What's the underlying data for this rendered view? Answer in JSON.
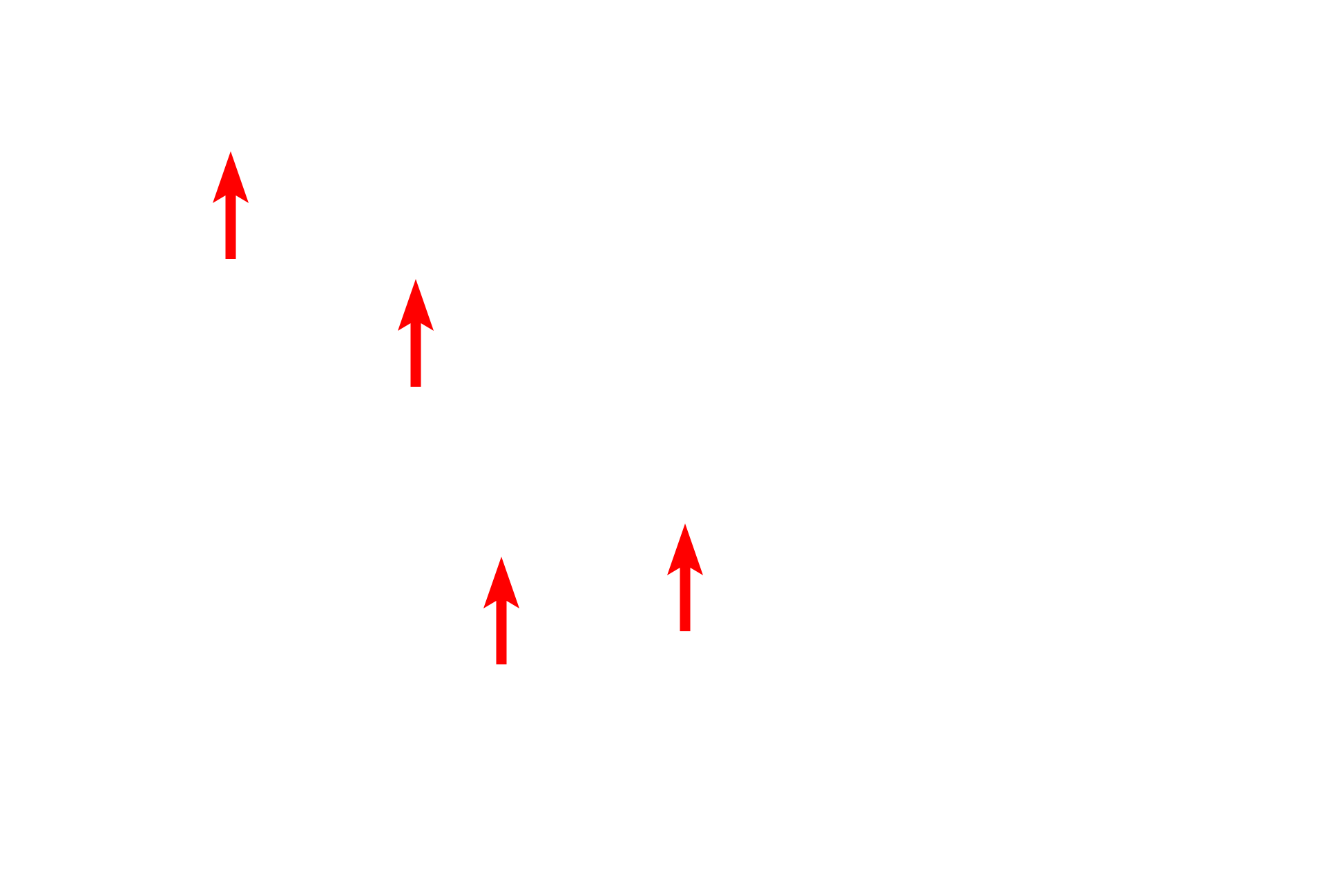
{
  "background_color": "#ffffff",
  "arrows": [
    {
      "direction": "up",
      "color": "#ff0000",
      "icon": "arrow-up-icon"
    },
    {
      "direction": "up",
      "color": "#ff0000",
      "icon": "arrow-up-icon"
    },
    {
      "direction": "up",
      "color": "#ff0000",
      "icon": "arrow-up-icon"
    },
    {
      "direction": "up",
      "color": "#ff0000",
      "icon": "arrow-up-icon"
    }
  ]
}
